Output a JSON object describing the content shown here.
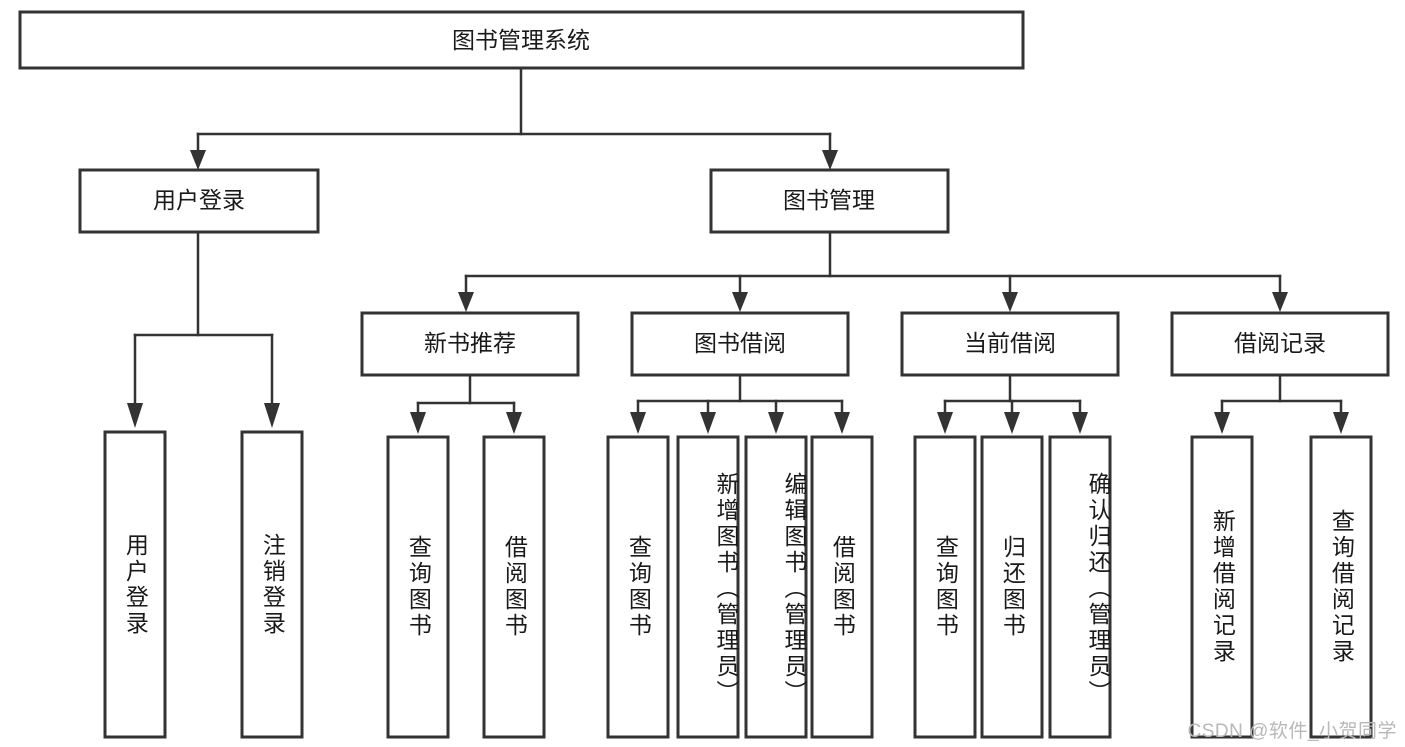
{
  "diagram": {
    "type": "tree-hierarchy",
    "title": "图书管理系统",
    "watermark": "CSDN @软件_小贺同学",
    "root": {
      "id": "root",
      "label": "图书管理系统",
      "level": 1
    },
    "level2": [
      {
        "id": "user-login",
        "label": "用户登录"
      },
      {
        "id": "book-manage",
        "label": "图书管理"
      }
    ],
    "level3": [
      {
        "id": "new-book-rec",
        "label": "新书推荐",
        "parent": "book-manage"
      },
      {
        "id": "book-borrow",
        "label": "图书借阅",
        "parent": "book-manage"
      },
      {
        "id": "current-borrow",
        "label": "当前借阅",
        "parent": "book-manage"
      },
      {
        "id": "borrow-record",
        "label": "借阅记录",
        "parent": "book-manage"
      }
    ],
    "leaves": [
      {
        "id": "leaf-user-login",
        "label": "用户登录",
        "parent": "user-login"
      },
      {
        "id": "leaf-logout",
        "label": "注销登录",
        "parent": "user-login"
      },
      {
        "id": "leaf-query-book-1",
        "label": "查询图书",
        "parent": "new-book-rec"
      },
      {
        "id": "leaf-borrow-book-1",
        "label": "借阅图书",
        "parent": "new-book-rec"
      },
      {
        "id": "leaf-query-book-2",
        "label": "查询图书",
        "parent": "book-borrow"
      },
      {
        "id": "leaf-add-book",
        "label": "新增图书（管理员）",
        "parent": "book-borrow"
      },
      {
        "id": "leaf-edit-book",
        "label": "编辑图书（管理员）",
        "parent": "book-borrow"
      },
      {
        "id": "leaf-borrow-book-2",
        "label": "借阅图书",
        "parent": "book-borrow"
      },
      {
        "id": "leaf-query-book-3",
        "label": "查询图书",
        "parent": "current-borrow"
      },
      {
        "id": "leaf-return-book",
        "label": "归还图书",
        "parent": "current-borrow"
      },
      {
        "id": "leaf-confirm-return",
        "label": "确认归还（管理员）",
        "parent": "current-borrow"
      },
      {
        "id": "leaf-add-record",
        "label": "新增借阅记录",
        "parent": "borrow-record"
      },
      {
        "id": "leaf-query-record",
        "label": "查询借阅记录",
        "parent": "borrow-record"
      }
    ],
    "colors": {
      "box_stroke": "#333333",
      "box_fill": "#ffffff",
      "text": "#1a1a1a",
      "connector": "#333333",
      "watermark": "#b8b8b8",
      "background": "#ffffff"
    }
  }
}
